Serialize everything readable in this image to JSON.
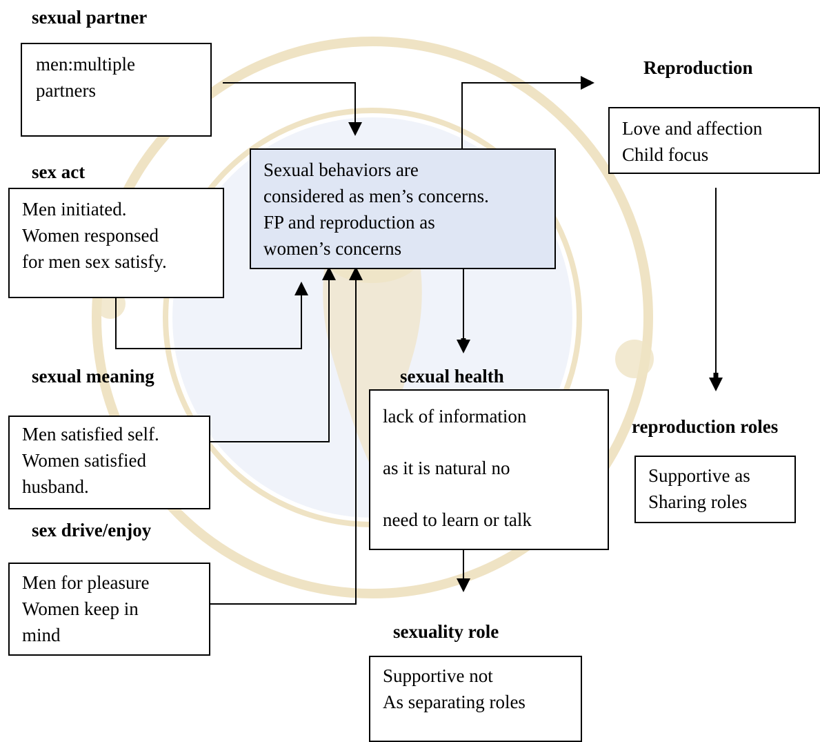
{
  "diagram": {
    "colors": {
      "box_fill": "#dfe6f4",
      "watermark_ring": "#efe3c4",
      "watermark_center": "#d4def2",
      "line": "#000000"
    },
    "sexual_partner": {
      "heading": "sexual partner",
      "lines": [
        "men:multiple",
        "partners"
      ]
    },
    "sex_act": {
      "heading": "sex act",
      "lines": [
        "Men initiated.",
        "Women responsed",
        "for men sex satisfy."
      ]
    },
    "sexual_meaning": {
      "heading": "sexual meaning",
      "lines": [
        "Men satisfied self.",
        "Women satisfied",
        "husband."
      ]
    },
    "sex_drive": {
      "heading": "sex drive/enjoy",
      "lines": [
        "Men for pleasure",
        "Women keep in",
        "mind"
      ]
    },
    "center": {
      "lines": [
        "Sexual behaviors are",
        "considered as men’s concerns.",
        "FP and reproduction as",
        "women’s concerns"
      ]
    },
    "reproduction": {
      "heading": "Reproduction",
      "lines": [
        "Love and affection",
        "Child focus"
      ]
    },
    "sexual_health": {
      "heading": "sexual health",
      "lines": [
        "lack of information",
        "as it is natural no",
        "need to learn or talk"
      ]
    },
    "reproduction_roles": {
      "heading": "reproduction roles",
      "lines": [
        "Supportive as",
        "Sharing roles"
      ]
    },
    "sexuality_role": {
      "heading": "sexuality role",
      "lines": [
        "Supportive not",
        "As separating roles"
      ]
    }
  }
}
